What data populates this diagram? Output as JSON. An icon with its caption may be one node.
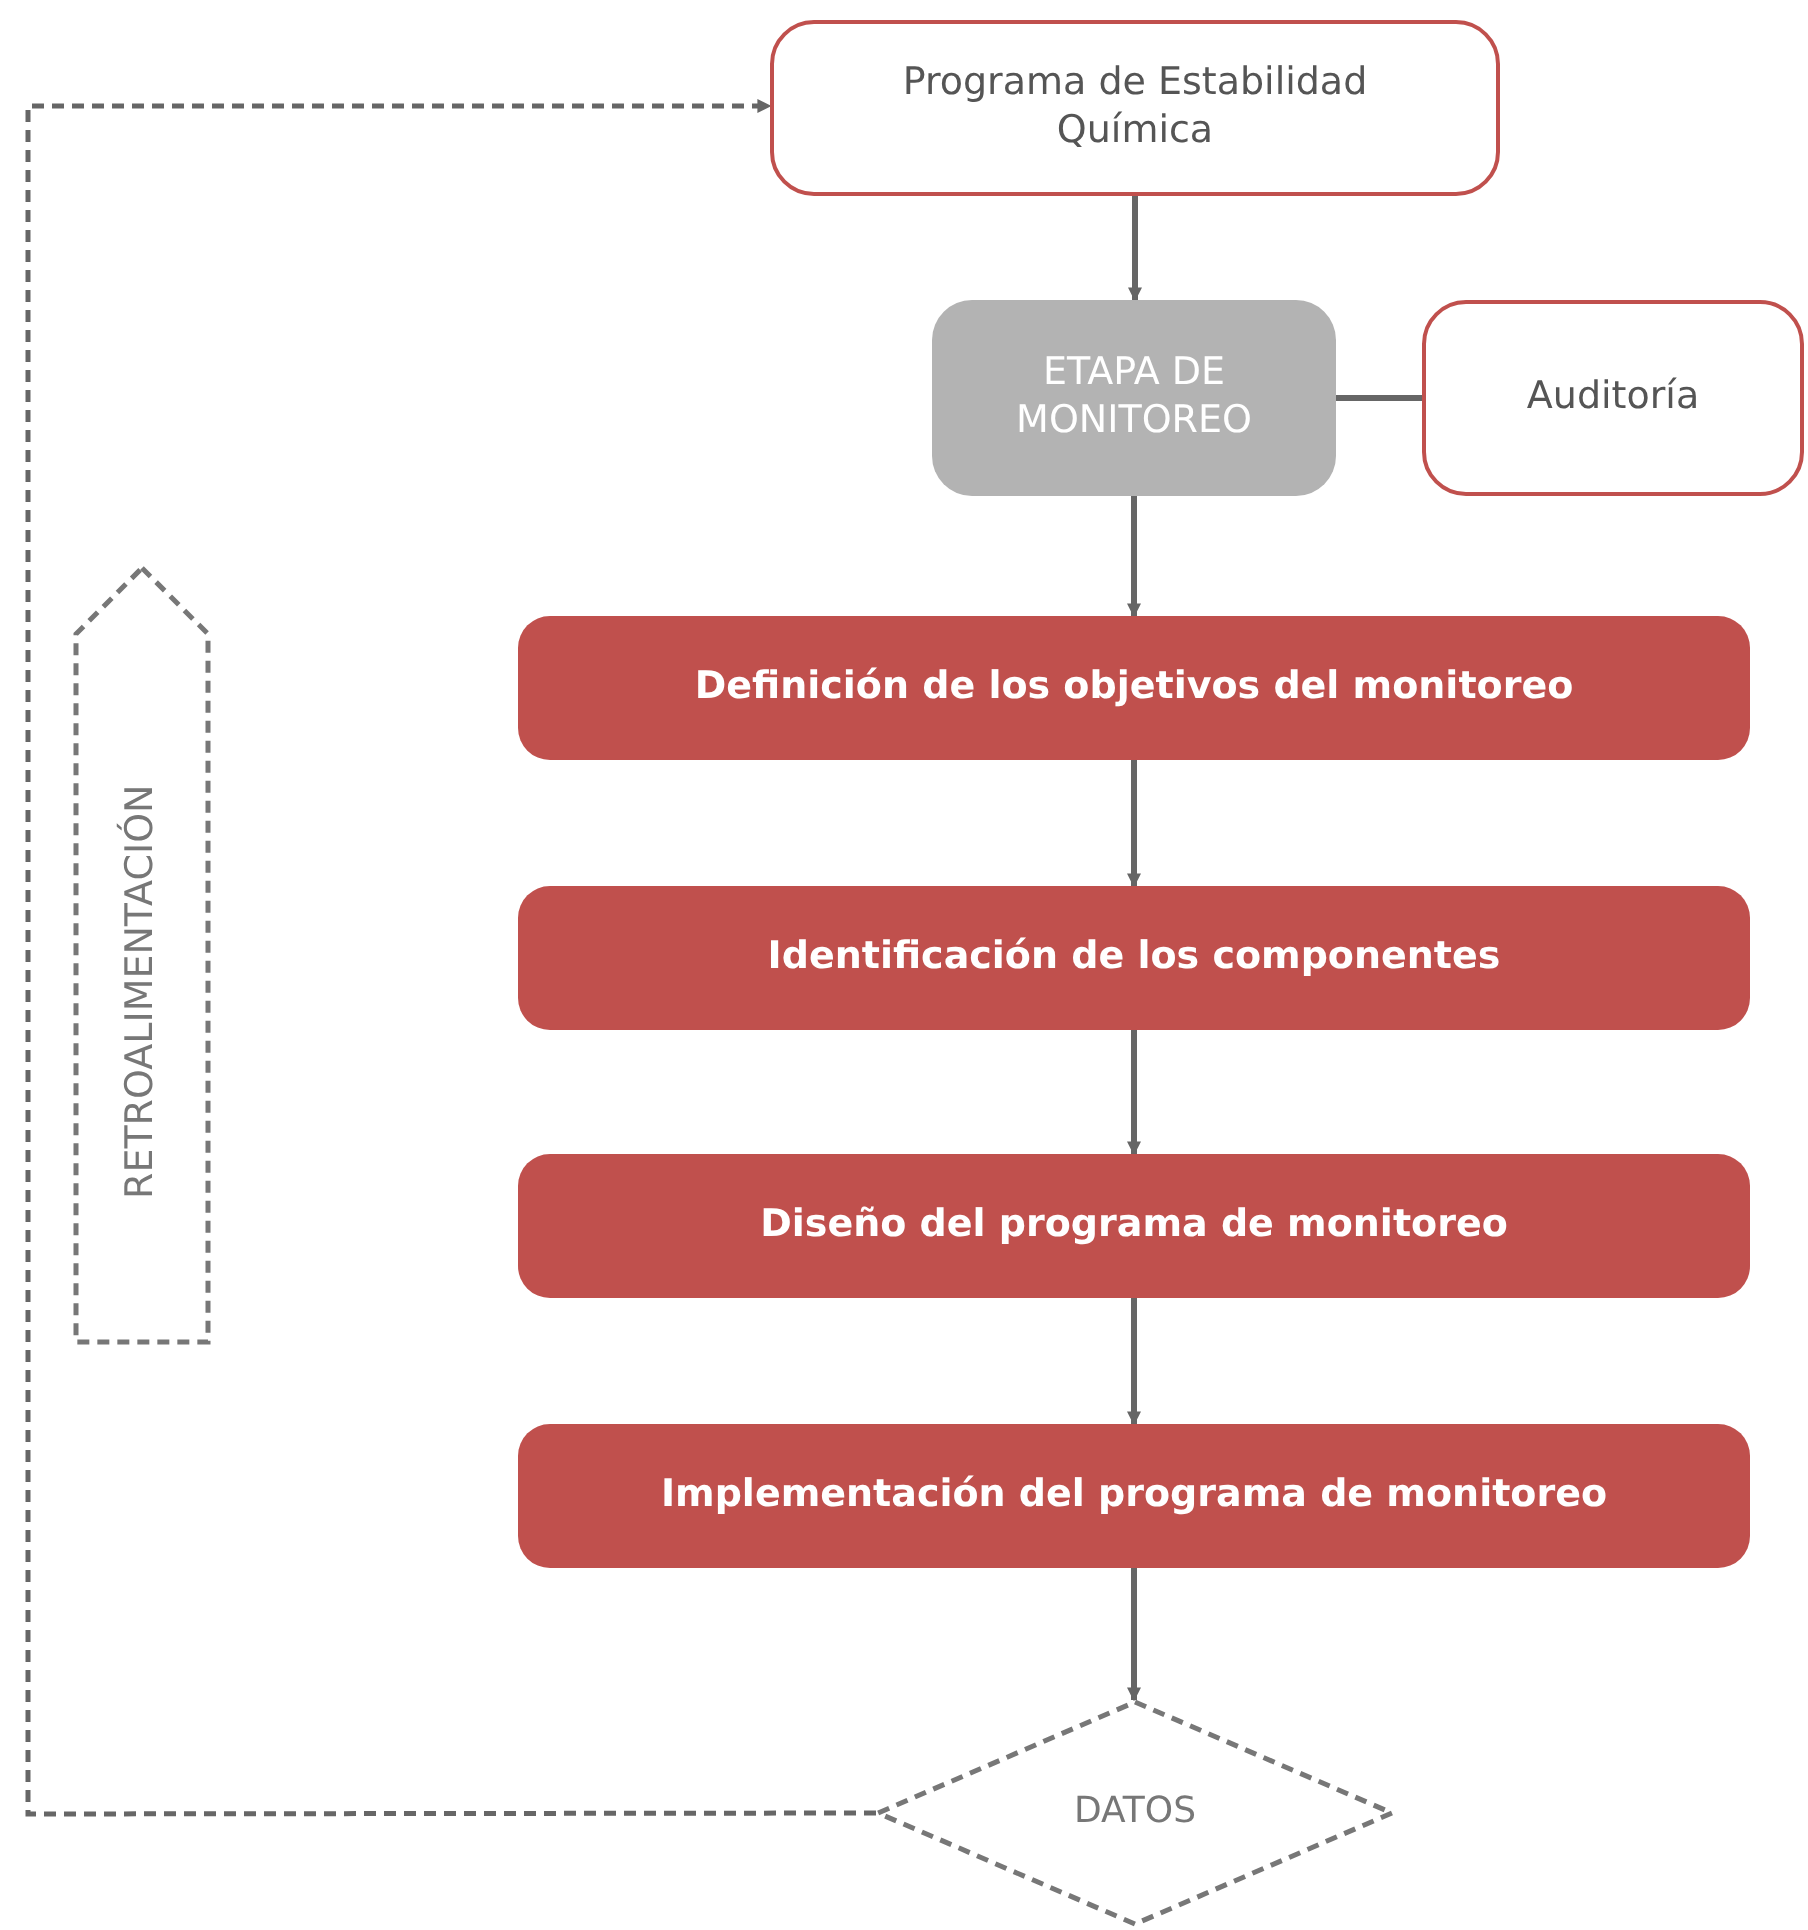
{
  "diagram": {
    "nodes": [
      {
        "text": [
          "Programa de Estabilidad Química"
        ]
      },
      {
        "text": [
          "ETAPA DE MONITOREO"
        ]
      },
      {
        "text": [
          "Auditoría"
        ]
      },
      {
        "text": [
          "Definición de los objetivos del monitoreo"
        ]
      },
      {
        "text": [
          "Identificación de los componentes"
        ]
      },
      {
        "text": [
          "Diseño del programa de monitoreo"
        ]
      },
      {
        "text": [
          "Implementación del programa de monitoreo"
        ]
      },
      {
        "text": [
          "DATOS"
        ]
      },
      {
        "text": [
          "RETROALIMENTACIÓN"
        ]
      }
    ],
    "edges": [
      {
        "from": 0,
        "to": 1,
        "arrow": "to"
      },
      {
        "from": 1,
        "to": 2,
        "arrow": "none"
      },
      {
        "from": 1,
        "to": 3,
        "arrow": "to"
      },
      {
        "from": 3,
        "to": 4,
        "arrow": "to"
      },
      {
        "from": 4,
        "to": 5,
        "arrow": "to"
      },
      {
        "from": 5,
        "to": 6,
        "arrow": "to"
      },
      {
        "from": 6,
        "to": 7,
        "arrow": "to"
      },
      {
        "from": 7,
        "to": 0,
        "arrow": "to",
        "style": "dashed"
      }
    ]
  }
}
